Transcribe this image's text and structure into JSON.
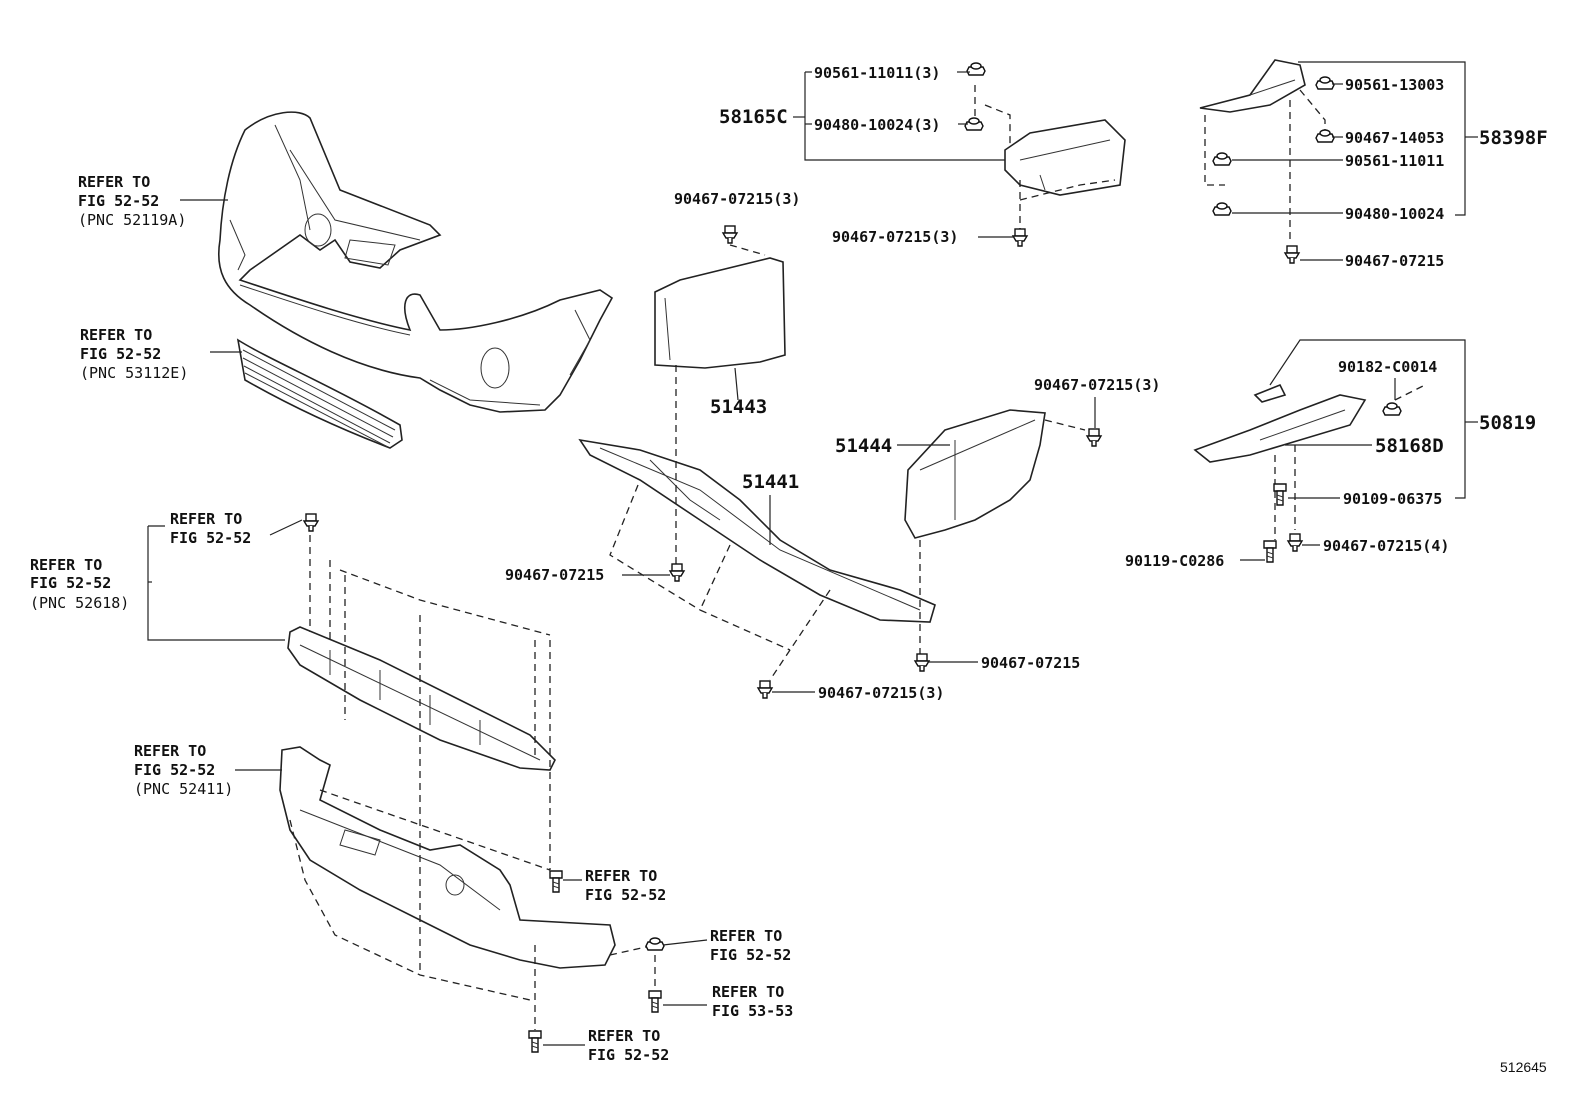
{
  "diagram_code": "512645",
  "callouts": {
    "c_58165C": "58165C",
    "c_90561_11011_3": "90561-11011(3)",
    "c_90480_10024_3": "90480-10024(3)",
    "c_90467_07215_3a": "90467-07215(3)",
    "c_90561_13003": "90561-13003",
    "c_90467_14053": "90467-14053",
    "c_90561_11011": "90561-11011",
    "c_90480_10024": "90480-10024",
    "c_90467_07215_r": "90467-07215",
    "c_58398F": "58398F",
    "c_90467_07215_3b": "90467-07215(3)",
    "c_51443": "51443",
    "c_90467_07215_3c": "90467-07215(3)",
    "c_51444": "51444",
    "c_51441": "51441",
    "c_90467_07215_m": "90467-07215",
    "c_90467_07215_low": "90467-07215",
    "c_90467_07215_3d": "90467-07215(3)",
    "c_90182_C0014": "90182-C0014",
    "c_58168D": "58168D",
    "c_50819": "50819",
    "c_90109_06375": "90109-06375",
    "c_90119_C0286": "90119-C0286",
    "c_90467_07215_4": "90467-07215(4)"
  },
  "references": {
    "r1": [
      "REFER TO",
      "FIG 52-52",
      "(PNC 52119A)"
    ],
    "r2": [
      "REFER TO",
      "FIG 52-52",
      "(PNC 53112E)"
    ],
    "r3": [
      "REFER TO",
      "FIG 52-52"
    ],
    "r4": [
      "REFER TO",
      "FIG 52-52",
      "(PNC 52618)"
    ],
    "r5": [
      "REFER TO",
      "FIG 52-52",
      "(PNC 52411)"
    ],
    "r6": [
      "REFER TO",
      "FIG 52-52"
    ],
    "r7": [
      "REFER TO",
      "FIG 52-52"
    ],
    "r8": [
      "REFER TO",
      "FIG 53-53"
    ],
    "r9": [
      "REFER TO",
      "FIG 52-52"
    ]
  }
}
